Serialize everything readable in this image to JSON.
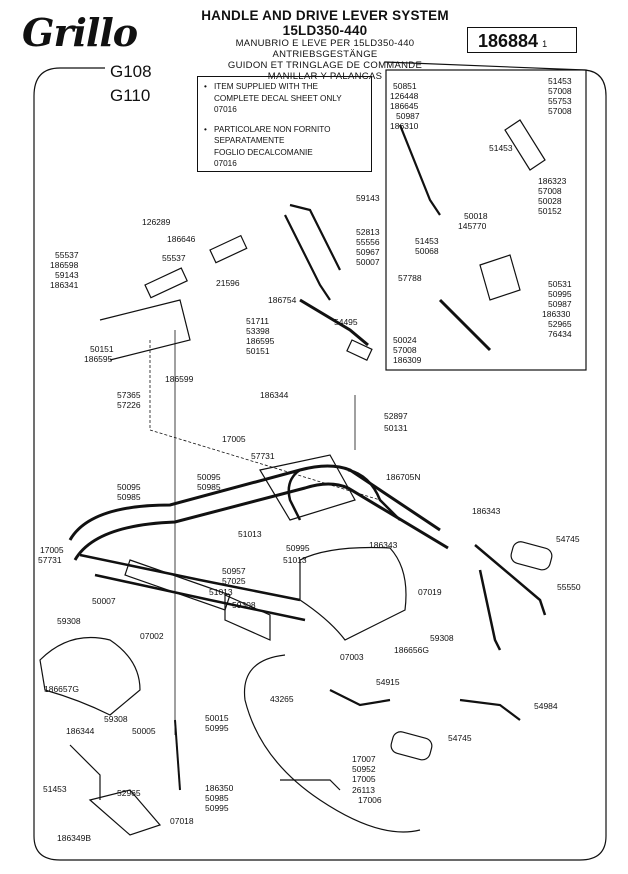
{
  "header": {
    "brand": "Grillo",
    "title": "HANDLE AND DRIVE LEVER SYSTEM 15LD350-440",
    "subtitles": [
      "MANUBRIO E LEVE PER 15LD350-440",
      "ANTRIEBSGESTÄNGE",
      "GUIDON ET TRINGLAGE DE COMMANDE",
      "MANILLAR Y PALANCAS"
    ],
    "part_number": "186884",
    "sheet": "1",
    "models": [
      "G108",
      "G110"
    ]
  },
  "notes": [
    {
      "bullet": "•",
      "lines": [
        "ITEM SUPPLIED WITH THE",
        "COMPLETE DECAL SHEET ONLY",
        "07016"
      ]
    },
    {
      "bullet": "•",
      "lines": [
        "PARTICOLARE NON FORNITO",
        "SEPARATAMENTE",
        "FOGLIO DECALCOMANIE",
        "07016"
      ]
    }
  ],
  "callouts": [
    "50851",
    "126448",
    "186645",
    "50987",
    "186310",
    "51453",
    "57008",
    "55753",
    "57008",
    "51453",
    "186323",
    "57008",
    "50028",
    "50152",
    "50018",
    "145770",
    "51453",
    "50068",
    "57788",
    "50531",
    "50995",
    "50987",
    "186330",
    "52965",
    "76434",
    "50024",
    "57008",
    "186309",
    "59143",
    "126289",
    "186646",
    "52813",
    "55556",
    "50967",
    "50007",
    "55537",
    "21596",
    "186754",
    "55537",
    "186598",
    "59143",
    "186341",
    "51711",
    "53398",
    "186595",
    "50151",
    "50151",
    "186595",
    "186599",
    "57365",
    "57226",
    "54495",
    "186344",
    "52897",
    "50131",
    "17005",
    "57731",
    "50095",
    "50985",
    "50095",
    "50985",
    "186705N",
    "51013",
    "186343",
    "186343",
    "54745",
    "17005",
    "57731",
    "50957",
    "57025",
    "51013",
    "50007",
    "59308",
    "50995",
    "51013",
    "55550",
    "07019",
    "59308",
    "07002",
    "07003",
    "186656G",
    "59308",
    "186657G",
    "59308",
    "43265",
    "54915",
    "54984",
    "54745",
    "186344",
    "50005",
    "50015",
    "50995",
    "17007",
    "50952",
    "17005",
    "26113",
    "17006",
    "51453",
    "52965",
    "186350",
    "50985",
    "50995",
    "07018",
    "186349B"
  ]
}
